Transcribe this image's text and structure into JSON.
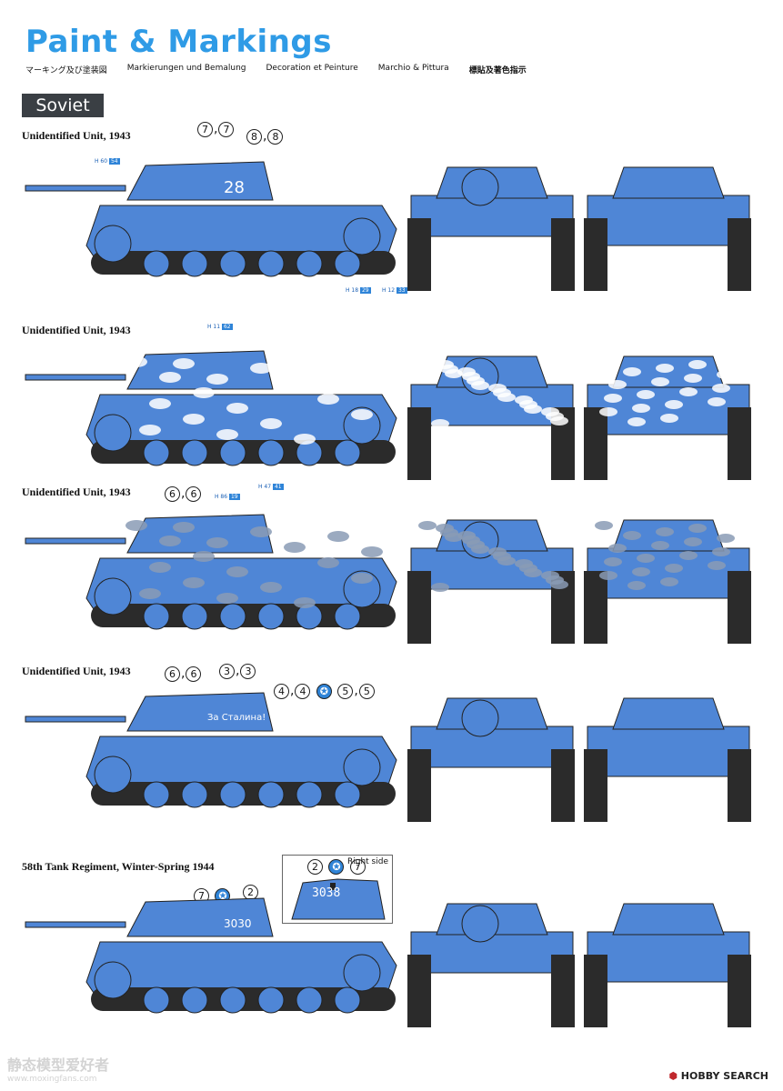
{
  "header": {
    "title": "Paint & Markings",
    "subtitles": [
      "マーキング及び塗装図",
      "Markierungen und Bemalung",
      "Decoration et Peinture",
      "Marchio & Pittura",
      "標貼及著色指示"
    ]
  },
  "section": {
    "label": "Soviet"
  },
  "schemes": [
    {
      "title": "Unidentified Unit, 1943",
      "markers": [
        "7",
        "7",
        "8",
        "8"
      ],
      "hull_number": "28",
      "color_codes": [
        {
          "prefix": "H 60",
          "num": "54"
        },
        {
          "prefix": "H 18",
          "num": "29"
        },
        {
          "prefix": "H 12",
          "num": "33"
        }
      ]
    },
    {
      "title": "Unidentified Unit, 1943",
      "markers": [],
      "color_codes": [
        {
          "prefix": "H 11",
          "num": "62"
        }
      ]
    },
    {
      "title": "Unidentified Unit, 1943",
      "markers": [
        "6",
        "6"
      ],
      "color_codes": [
        {
          "prefix": "H 86",
          "num": "19"
        },
        {
          "prefix": "H 47",
          "num": "41"
        }
      ]
    },
    {
      "title": "Unidentified Unit, 1943",
      "markers": [
        "6",
        "6",
        "3",
        "3",
        "4",
        "4",
        "5",
        "5"
      ],
      "slogan": "За Сталина!"
    },
    {
      "title": "58th Tank Regiment, Winter-Spring 1944",
      "markers": [
        "7",
        "2"
      ],
      "hull_number": "3030",
      "inset": {
        "label": "Right side",
        "markers": [
          "2",
          "7"
        ],
        "number": "3038"
      }
    }
  ],
  "footer": {
    "watermark": "静态模型爱好者",
    "watermark_url": "www.moxingfans.com",
    "brand": "HOBBY SEARCH"
  },
  "colors": {
    "title": "#2f9be6",
    "tank_blue": "#4f86d6",
    "camo_white": "#ffffff",
    "camo_grey": "#8a9bb5"
  }
}
